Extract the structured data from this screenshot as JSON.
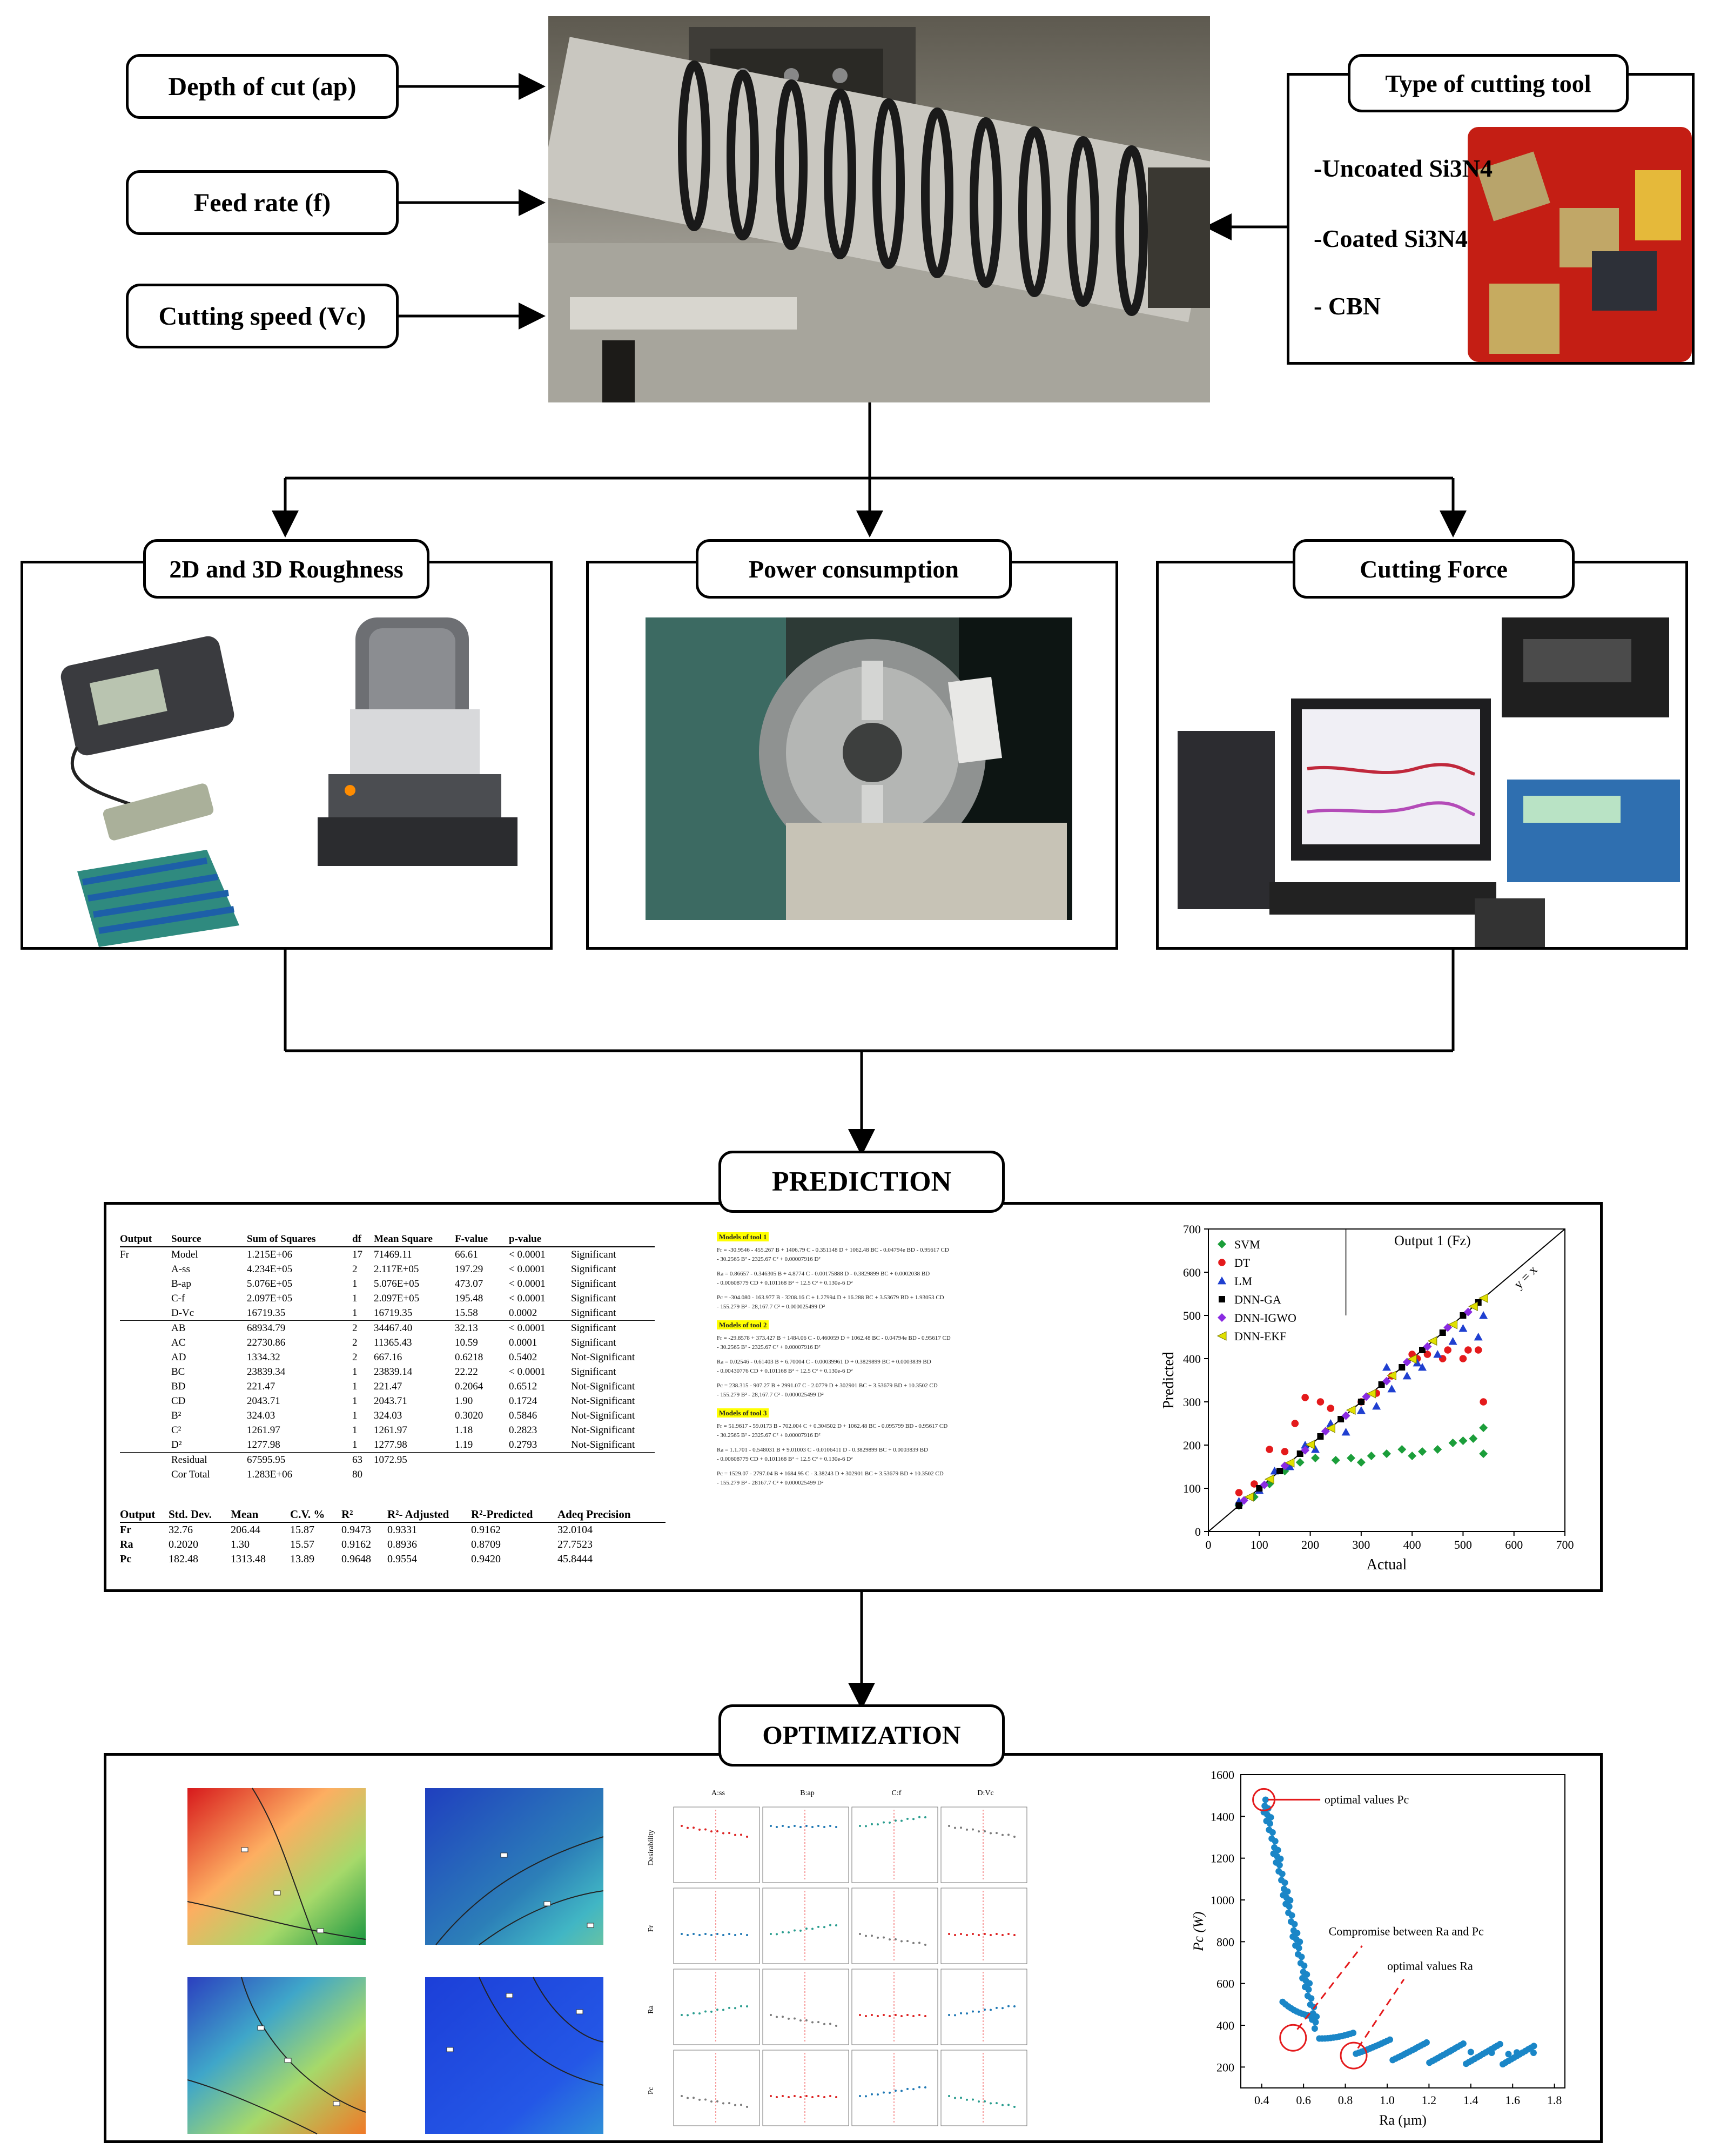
{
  "inputs": {
    "depth_of_cut": "Depth of cut (ap)",
    "feed_rate": "Feed rate (f)",
    "cutting_speed": "Cutting speed (Vc)"
  },
  "tool_panel": {
    "title": "Type of cutting tool",
    "items": [
      "-Uncoated Si3N4",
      "-Coated Si3N4",
      "- CBN"
    ]
  },
  "measurements": {
    "roughness": "2D and 3D Roughness",
    "power": "Power consumption",
    "force": "Cutting Force"
  },
  "prediction": {
    "title": "PREDICTION",
    "anova": {
      "headers": [
        "Output",
        "Source",
        "Sum of Squares",
        "df",
        "Mean Square",
        "F-value",
        "p-value",
        ""
      ],
      "rows": [
        [
          "Fr",
          "Model",
          "1.215E+06",
          "17",
          "71469.11",
          "66.61",
          "< 0.0001",
          "Significant"
        ],
        [
          "",
          "A-ss",
          "4.234E+05",
          "2",
          "2.117E+05",
          "197.29",
          "< 0.0001",
          "Significant"
        ],
        [
          "",
          "B-ap",
          "5.076E+05",
          "1",
          "5.076E+05",
          "473.07",
          "< 0.0001",
          "Significant"
        ],
        [
          "",
          "C-f",
          "2.097E+05",
          "1",
          "2.097E+05",
          "195.48",
          "< 0.0001",
          "Significant"
        ],
        [
          "",
          "D-Vc",
          "16719.35",
          "1",
          "16719.35",
          "15.58",
          "0.0002",
          "Significant"
        ],
        [
          "",
          "AB",
          "68934.79",
          "2",
          "34467.40",
          "32.13",
          "< 0.0001",
          "Significant"
        ],
        [
          "",
          "AC",
          "22730.86",
          "2",
          "11365.43",
          "10.59",
          "0.0001",
          "Significant"
        ],
        [
          "",
          "AD",
          "1334.32",
          "2",
          "667.16",
          "0.6218",
          "0.5402",
          "Not-Significant"
        ],
        [
          "",
          "BC",
          "23839.34",
          "1",
          "23839.14",
          "22.22",
          "< 0.0001",
          "Significant"
        ],
        [
          "",
          "BD",
          "221.47",
          "1",
          "221.47",
          "0.2064",
          "0.6512",
          "Not-Significant"
        ],
        [
          "",
          "CD",
          "2043.71",
          "1",
          "2043.71",
          "1.90",
          "0.1724",
          "Not-Significant"
        ],
        [
          "",
          "B²",
          "324.03",
          "1",
          "324.03",
          "0.3020",
          "0.5846",
          "Not-Significant"
        ],
        [
          "",
          "C²",
          "1261.97",
          "1",
          "1261.97",
          "1.18",
          "0.2823",
          "Not-Significant"
        ],
        [
          "",
          "D²",
          "1277.98",
          "1",
          "1277.98",
          "1.19",
          "0.2793",
          "Not-Significant"
        ],
        [
          "",
          "Residual",
          "67595.95",
          "63",
          "1072.95",
          "",
          "",
          ""
        ],
        [
          "",
          "Cor Total",
          "1.283E+06",
          "80",
          "",
          "",
          "",
          ""
        ]
      ]
    },
    "stats": {
      "headers": [
        "Output",
        "Std. Dev.",
        "Mean",
        "C.V. %",
        "R²",
        "R²- Adjusted",
        "R²-Predicted",
        "Adeq Precision"
      ],
      "rows": [
        [
          "Fr",
          "32.76",
          "206.44",
          "15.87",
          "0.9473",
          "0.9331",
          "0.9162",
          "32.0104"
        ],
        [
          "Ra",
          "0.2020",
          "1.30",
          "15.57",
          "0.9162",
          "0.8936",
          "0.8709",
          "27.7523"
        ],
        [
          "Pc",
          "182.48",
          "1313.48",
          "13.89",
          "0.9648",
          "0.9554",
          "0.9420",
          "45.8444"
        ]
      ]
    },
    "equations": [
      {
        "title": "Models of tool 1",
        "lines": [
          "Fr = -30.9546 - 455.267 B + 1406.79 C - 0.351148 D + 1062.48 BC - 0.04794e BD - 0.95617 CD",
          "- 30.2565 B² - 2325.67 C² + 0.00007916 D²",
          "Ra = 0.86657 - 0.346305 B + 4.8774 C - 0.00175888 D - 0.3829899 BC + 0.0002038 BD",
          "- 0.00608779 CD + 0.101168 B² + 12.5 C² + 0.130e-6 D²",
          "Pc = -304.080 - 163.977 B - 3208.16 C + 1.27994 D + 16.288 BC + 3.53679 BD + 1.93053 CD",
          "- 155.279 B² - 28,167.7 C² + 0.000025499 D²"
        ]
      },
      {
        "title": "Models of tool 2",
        "lines": [
          "Fr = -29.8578 + 373.427 B + 1484.06 C - 0.460059 D + 1062.48 BC - 0.04794e BD - 0.95617 CD",
          "- 30.2565 B² - 2325.67 C² + 0.00007916 D²",
          "Ra = 0.02546 - 0.61403 B + 6.70004 C - 0.00039961 D + 0.3829899 BC + 0.0003839 BD",
          "- 0.00430776 CD + 0.101168 B² + 12.5 C² + 0.130e-6 D²",
          "Pc = 238.315 - 907.27 B + 2991.07 C - 2.0779 D + 302901 BC + 3.53679 BD + 10.3502 CD",
          "- 155.279 B² - 28,167.7 C² - 0.000025499 D²"
        ]
      },
      {
        "title": "Models of tool 3",
        "lines": [
          "Fr = 51.9617 - 59.0173 B - 702.004 C + 0.304502 D + 1062.48 BC - 0.095799 BD - 0.95617 CD",
          "- 30.2565 B² - 2325.67 C² + 0.00007916 D²",
          "Ra = 1.1.701 - 0.548031 B + 9.01003 C - 0.0106411 D - 0.3829899 BC + 0.0003839 BD",
          "- 0.00608779 CD + 0.101168 B² + 12.5 C² + 0.130e-6 D²",
          "Pc = 1529.07 - 2797.04 B + 1684.95 C - 3.38243 D + 302901 BC + 3.53679 BD + 10.3502 CD",
          "- 155.279 B² - 28167.7 C² + 0.000025499 D²"
        ]
      }
    ],
    "scatter": {
      "inset_title": "Output 1 (Fz)",
      "identity_label": "y = x",
      "xlabel": "Actual",
      "ylabel": "Predicted",
      "x_ticks": [
        "0",
        "100",
        "200",
        "300",
        "400",
        "500",
        "600",
        "700"
      ],
      "y_ticks": [
        "0",
        "100",
        "200",
        "300",
        "400",
        "500",
        "600",
        "700"
      ],
      "legend": [
        "SVM",
        "DT",
        "LM",
        "DNN-GA",
        "DNN-IGWO",
        "DNN-EKF"
      ],
      "colors": {
        "SVM": "#1b9e3a",
        "DT": "#e41a1c",
        "LM": "#1f3fd0",
        "DNN-GA": "#000000",
        "DNN-IGWO": "#8a2be2",
        "DNN-EKF": "#e0e000"
      }
    }
  },
  "optimization": {
    "title": "OPTIMIZATION",
    "pareto": {
      "xlabel": "Ra (µm)",
      "ylabel": "Pc (W)",
      "x_ticks": [
        "0.4",
        "0.6",
        "0.8",
        "1.0",
        "1.2",
        "1.4",
        "1.6",
        "1.8"
      ],
      "y_ticks": [
        "200",
        "400",
        "600",
        "800",
        "1000",
        "1200",
        "1400",
        "1600"
      ],
      "annotations": {
        "optimal_pc": "optimal values Pc",
        "compromise": "Compromise between Ra and Pc",
        "optimal_ra": "optimal values Ra"
      }
    },
    "desirability_grid": {
      "col_labels": [
        "A:ss",
        "B:ap",
        "C:f",
        "D:Vc"
      ],
      "row_labels": [
        "Desirability",
        "Fr",
        "Ra",
        "Pc"
      ]
    }
  },
  "chart_data": {
    "type": "scatter",
    "title": "Output 1 (Fz)",
    "xlabel": "Actual",
    "ylabel": "Predicted",
    "xlim": [
      0,
      700
    ],
    "ylim": [
      0,
      700
    ],
    "series": [
      {
        "name": "SVM",
        "points": [
          [
            60,
            60
          ],
          [
            90,
            80
          ],
          [
            120,
            110
          ],
          [
            150,
            140
          ],
          [
            180,
            160
          ],
          [
            210,
            170
          ],
          [
            250,
            165
          ],
          [
            280,
            170
          ],
          [
            300,
            160
          ],
          [
            320,
            175
          ],
          [
            350,
            180
          ],
          [
            380,
            190
          ],
          [
            400,
            175
          ],
          [
            420,
            185
          ],
          [
            450,
            190
          ],
          [
            480,
            205
          ],
          [
            500,
            210
          ],
          [
            520,
            215
          ],
          [
            540,
            240
          ],
          [
            540,
            180
          ]
        ]
      },
      {
        "name": "DT",
        "points": [
          [
            60,
            90
          ],
          [
            90,
            110
          ],
          [
            120,
            190
          ],
          [
            150,
            185
          ],
          [
            170,
            250
          ],
          [
            190,
            310
          ],
          [
            220,
            300
          ],
          [
            240,
            285
          ],
          [
            300,
            300
          ],
          [
            330,
            320
          ],
          [
            360,
            360
          ],
          [
            400,
            410
          ],
          [
            430,
            410
          ],
          [
            460,
            400
          ],
          [
            500,
            400
          ],
          [
            510,
            420
          ],
          [
            530,
            420
          ],
          [
            540,
            300
          ],
          [
            470,
            420
          ],
          [
            410,
            400
          ]
        ]
      },
      {
        "name": "LM",
        "points": [
          [
            60,
            70
          ],
          [
            100,
            95
          ],
          [
            130,
            140
          ],
          [
            160,
            150
          ],
          [
            190,
            200
          ],
          [
            210,
            190
          ],
          [
            240,
            250
          ],
          [
            270,
            230
          ],
          [
            300,
            280
          ],
          [
            330,
            290
          ],
          [
            360,
            330
          ],
          [
            390,
            360
          ],
          [
            420,
            380
          ],
          [
            450,
            410
          ],
          [
            480,
            440
          ],
          [
            500,
            470
          ],
          [
            530,
            450
          ],
          [
            540,
            500
          ],
          [
            350,
            380
          ],
          [
            410,
            390
          ]
        ]
      },
      {
        "name": "DNN-GA",
        "points": [
          [
            60,
            60
          ],
          [
            100,
            100
          ],
          [
            140,
            140
          ],
          [
            180,
            180
          ],
          [
            220,
            220
          ],
          [
            260,
            260
          ],
          [
            300,
            300
          ],
          [
            340,
            340
          ],
          [
            380,
            380
          ],
          [
            420,
            420
          ],
          [
            460,
            460
          ],
          [
            500,
            500
          ],
          [
            530,
            530
          ]
        ]
      },
      {
        "name": "DNN-IGWO",
        "points": [
          [
            70,
            72
          ],
          [
            110,
            108
          ],
          [
            150,
            152
          ],
          [
            190,
            188
          ],
          [
            230,
            232
          ],
          [
            270,
            268
          ],
          [
            310,
            312
          ],
          [
            350,
            348
          ],
          [
            390,
            392
          ],
          [
            430,
            428
          ],
          [
            470,
            472
          ],
          [
            510,
            508
          ]
        ]
      },
      {
        "name": "DNN-EKF",
        "points": [
          [
            80,
            80
          ],
          [
            120,
            121
          ],
          [
            160,
            159
          ],
          [
            200,
            201
          ],
          [
            240,
            239
          ],
          [
            280,
            281
          ],
          [
            320,
            319
          ],
          [
            360,
            361
          ],
          [
            400,
            399
          ],
          [
            440,
            441
          ],
          [
            480,
            479
          ],
          [
            520,
            521
          ],
          [
            540,
            540
          ]
        ]
      }
    ]
  }
}
